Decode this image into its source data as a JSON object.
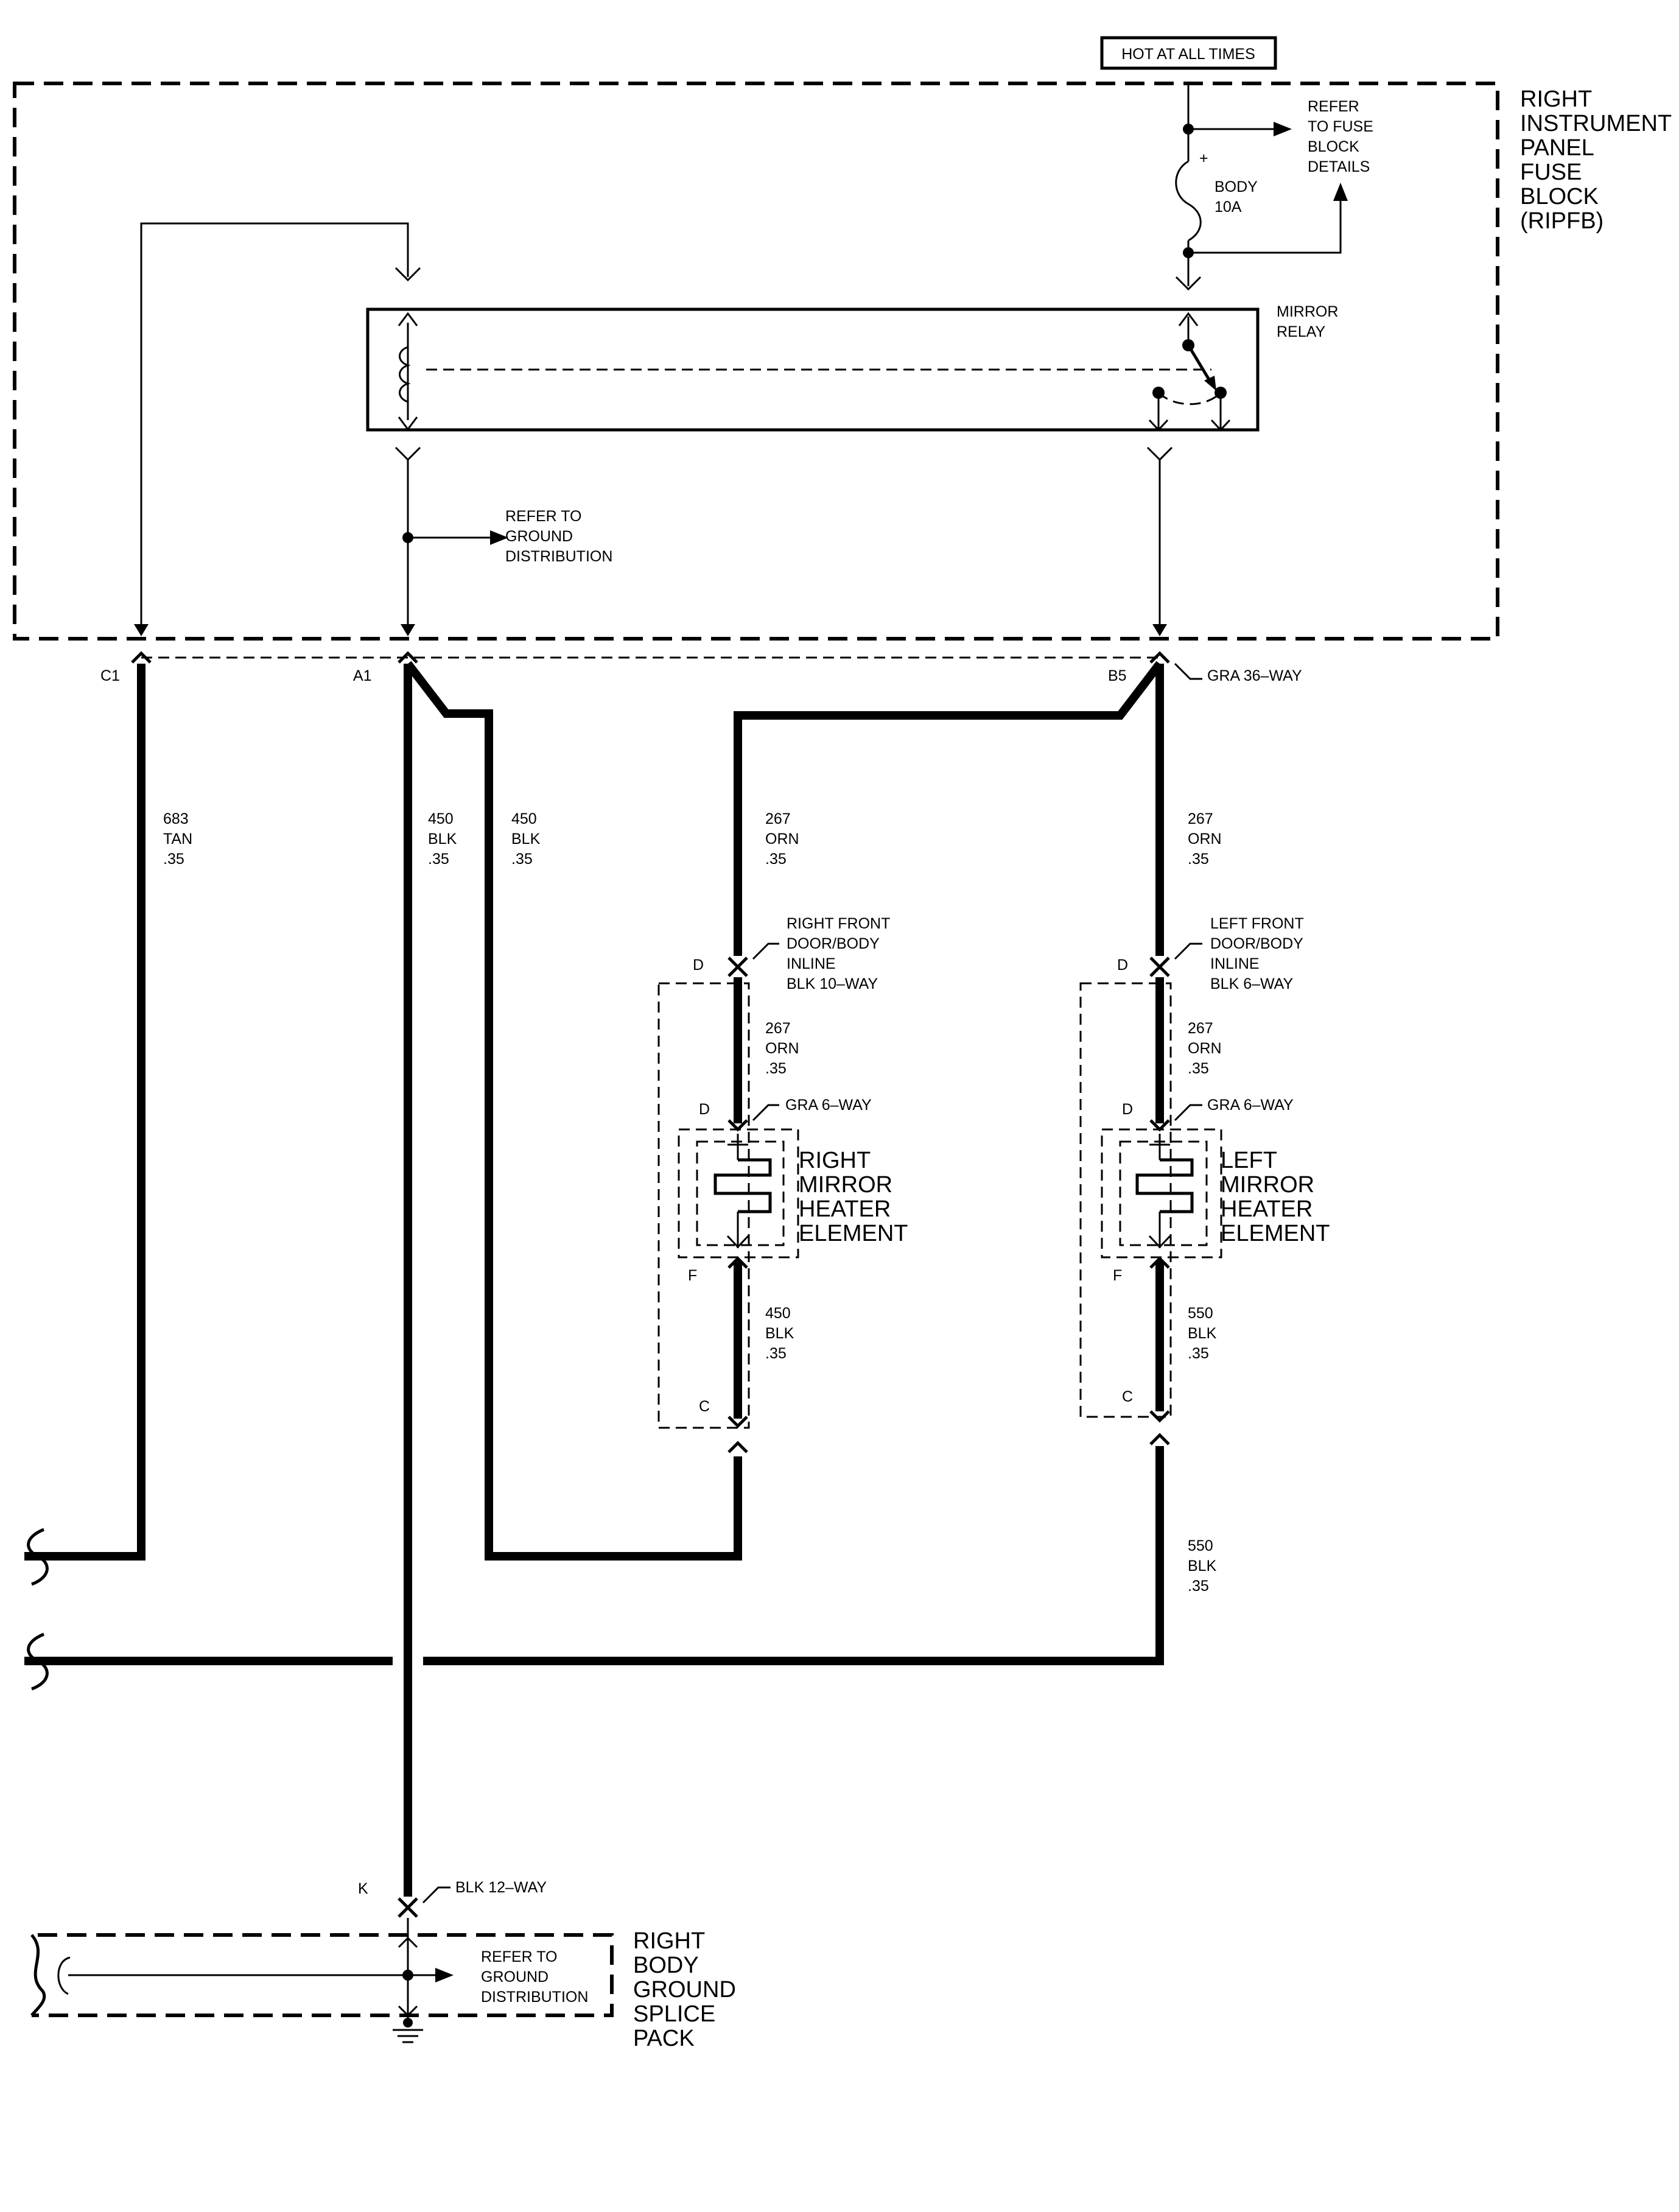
{
  "hot_label": "HOT AT ALL TIMES",
  "fuse_block": {
    "title": [
      "RIGHT",
      "INSTRUMENT",
      "PANEL",
      "FUSE",
      "BLOCK",
      "(RIPFB)"
    ],
    "refer_fuse": [
      "REFER",
      "TO FUSE",
      "BLOCK",
      "DETAILS"
    ],
    "fuse_plus": "+",
    "fuse_name": [
      "BODY",
      "10A"
    ],
    "relay": [
      "MIRROR",
      "RELAY"
    ],
    "refer_ground": [
      "REFER TO",
      "GROUND",
      "DISTRIBUTION"
    ]
  },
  "connector_main": {
    "pins": [
      "C1",
      "A1",
      "B5"
    ],
    "name": "GRA 36–WAY"
  },
  "wires": {
    "tan_683": [
      "683",
      "TAN",
      ".35"
    ],
    "blk_450_a": [
      "450",
      "BLK",
      ".35"
    ],
    "blk_450_b": [
      "450",
      "BLK",
      ".35"
    ],
    "orn_267_r": [
      "267",
      "ORN",
      ".35"
    ],
    "orn_267_l": [
      "267",
      "ORN",
      ".35"
    ],
    "orn_267_r2": [
      "267",
      "ORN",
      ".35"
    ],
    "orn_267_l2": [
      "267",
      "ORN",
      ".35"
    ],
    "blk_450_r3": [
      "450",
      "BLK",
      ".35"
    ],
    "blk_550_l3": [
      "550",
      "BLK",
      ".35"
    ],
    "blk_550_bottom": [
      "550",
      "BLK",
      ".35"
    ]
  },
  "right_inline": {
    "pin": "D",
    "name": [
      "RIGHT FRONT",
      "DOOR/BODY",
      "INLINE",
      "BLK 10–WAY"
    ]
  },
  "left_inline": {
    "pin": "D",
    "name": [
      "LEFT FRONT",
      "DOOR/BODY",
      "INLINE",
      "BLK 6–WAY"
    ]
  },
  "right_mirror": {
    "pin_top": "D",
    "connector": "GRA 6–WAY",
    "name": [
      "RIGHT",
      "MIRROR",
      "HEATER",
      "ELEMENT"
    ],
    "pin_bottom": "F",
    "pin_c": "C"
  },
  "left_mirror": {
    "pin_top": "D",
    "connector": "GRA 6–WAY",
    "name": [
      "LEFT",
      "MIRROR",
      "HEATER",
      "ELEMENT"
    ],
    "pin_bottom": "F",
    "pin_c": "C"
  },
  "ground_connector": {
    "pin": "K",
    "name": "BLK 12–WAY"
  },
  "splice_pack": {
    "refer": [
      "REFER TO",
      "GROUND",
      "DISTRIBUTION"
    ],
    "name": [
      "RIGHT",
      "BODY",
      "GROUND",
      "SPLICE",
      "PACK"
    ]
  }
}
